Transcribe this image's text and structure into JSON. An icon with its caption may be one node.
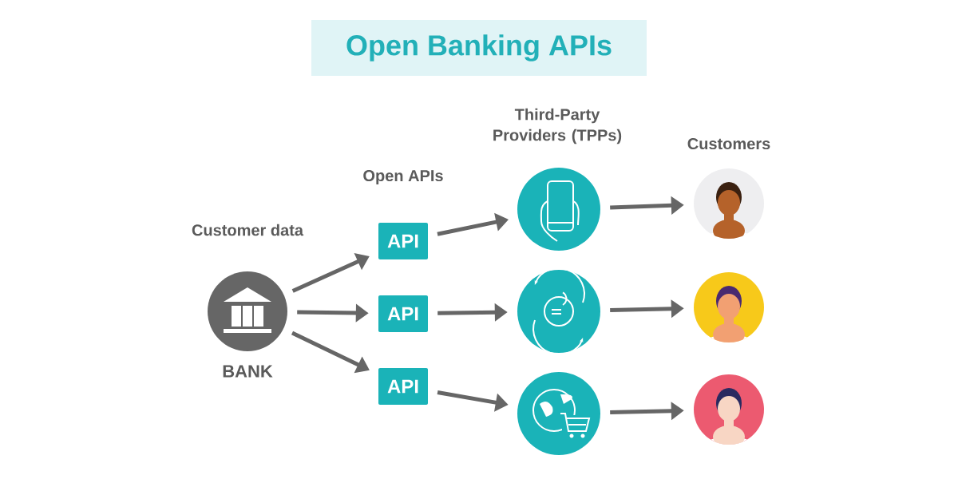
{
  "diagram": {
    "title": "Open Banking APIs",
    "nodes": [
      {
        "text": [
          "BANK"
        ]
      },
      {
        "text": [
          "API"
        ]
      },
      {
        "text": [
          "API"
        ]
      },
      {
        "text": [
          "API"
        ]
      },
      {
        "text": [],
        "shape": "circle"
      },
      {
        "text": [],
        "shape": "circle"
      },
      {
        "text": [],
        "shape": "circle"
      },
      {
        "text": [],
        "shape": "person"
      },
      {
        "text": [],
        "shape": "person"
      },
      {
        "text": [],
        "shape": "person"
      }
    ],
    "edges": [
      {
        "from": 0,
        "to": 1,
        "arrow": "to"
      },
      {
        "from": 0,
        "to": 2,
        "arrow": "to"
      },
      {
        "from": 0,
        "to": 3,
        "arrow": "to"
      },
      {
        "from": 1,
        "to": 4,
        "arrow": "to"
      },
      {
        "from": 2,
        "to": 5,
        "arrow": "to"
      },
      {
        "from": 3,
        "to": 6,
        "arrow": "to"
      },
      {
        "from": 4,
        "to": 7,
        "arrow": "to"
      },
      {
        "from": 5,
        "to": 8,
        "arrow": "to"
      },
      {
        "from": 6,
        "to": 9,
        "arrow": "to"
      }
    ],
    "labels": [
      "Customer data",
      "Open APIs",
      "Third-Party Providers (TPPs)",
      "Customers"
    ]
  }
}
